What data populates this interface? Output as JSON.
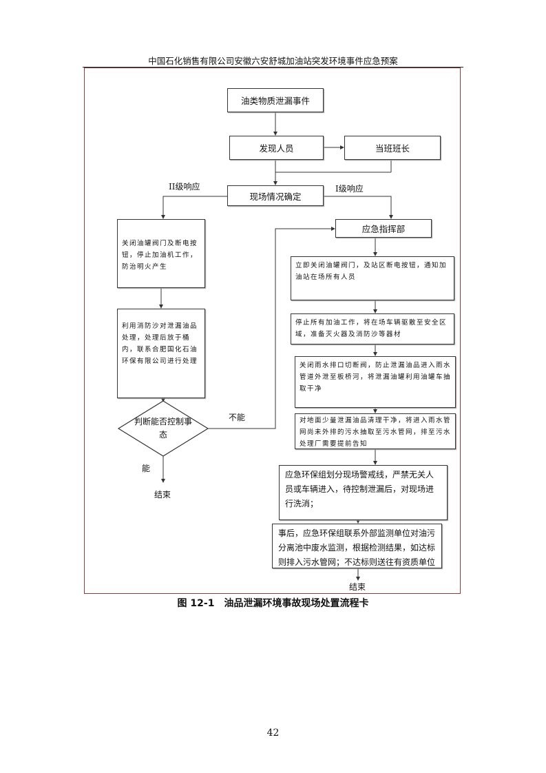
{
  "header": {
    "title": "中国石化销售有限公司安徽六安舒城加油站突发环境事件应急预案"
  },
  "flowchart": {
    "start": "油类物质泄漏事件",
    "discoverer": "发现人员",
    "shift_leader": "当班班长",
    "confirm": "现场情况确定",
    "level2_label": "II级响应",
    "level1_label": "I级响应",
    "left_steps": [
      "关闭油罐阀门及断电按钮，停止加油机工作，防治明火产生",
      "利用消防沙对泄漏油品处理，处理后放于桶内，联系合肥国化石油环保有限公司进行处理"
    ],
    "decision": "判断能否控制事态",
    "cannot_label": "不能",
    "can_label": "能",
    "left_end": "结束",
    "command": "应急指挥部",
    "right_steps": [
      "立即关闭油罐阀门，及站区断电按钮，通知加油站在场所有人员",
      "停止所有加油工作，将在场车辆驱散至安全区域，准备灭火器及消防沙等器材",
      "关闭雨水排口切断阀，防止泄漏油品进入雨水管道外泄至板桥河，将泄漏油罐利用油罐车抽取干净",
      "对地面少量泄漏油品清理干净，将进入雨水管网尚未外排的污水抽取至污水管网，排至污水处理厂需要提前告知",
      "应急环保组划分现场警戒线，严禁无关人员或车辆进入，待控制泄漏后，对现场进行洗消；",
      "事后，应急环保组联系外部监测单位对油污分离池中废水监测，根据检测结果，如达标则排入污水管网；不达标则送往有资质单位"
    ],
    "right_end": "结束"
  },
  "caption": "图 12-1　油品泄漏环境事故现场处置流程卡",
  "page_number": "42"
}
